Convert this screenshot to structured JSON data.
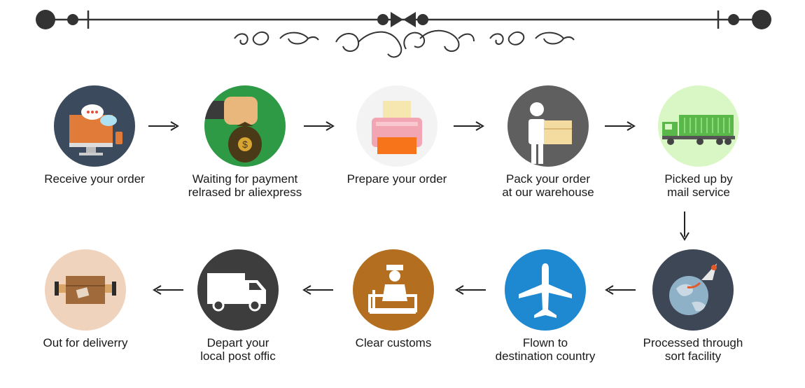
{
  "steps": [
    {
      "label": "Receive your order",
      "icon": "computer-chat-icon",
      "bg": "#3b4a5c"
    },
    {
      "label": "Waiting for payment\nrelrased br aliexpress",
      "icon": "money-bag-icon",
      "bg": "#2e9a46"
    },
    {
      "label": "Prepare your order",
      "icon": "printer-icon",
      "bg": "#f3f3f3"
    },
    {
      "label": "Pack your order\nat our warehouse",
      "icon": "worker-box-icon",
      "bg": "#5f5f5f"
    },
    {
      "label": "Picked up by\nmail service",
      "icon": "truck-icon",
      "bg": "#d8f7c5"
    },
    {
      "label": "Processed through\nsort facility",
      "icon": "globe-rocket-icon",
      "bg": "#3e4756"
    },
    {
      "label": "Flown to\ndestination country",
      "icon": "airplane-icon",
      "bg": "#1e88d0"
    },
    {
      "label": "Clear customs",
      "icon": "customs-officer-icon",
      "bg": "#b36f1f"
    },
    {
      "label": "Depart your\nlocal post offic",
      "icon": "delivery-van-icon",
      "bg": "#3d3d3d"
    },
    {
      "label": "Out for deliverry",
      "icon": "package-icon",
      "bg": "#f0d3bd"
    }
  ]
}
